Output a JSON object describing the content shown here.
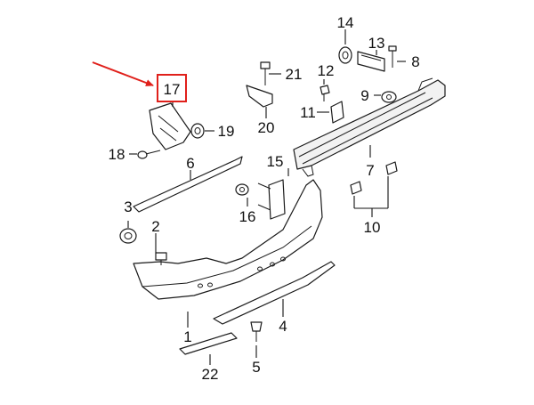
{
  "diagram": {
    "highlight_color": "#e0201b",
    "line_color": "#111111",
    "highlighted_callout": "17",
    "callouts": {
      "c1": "1",
      "c2": "2",
      "c3": "3",
      "c4": "4",
      "c5": "5",
      "c6": "6",
      "c7": "7",
      "c8": "8",
      "c9": "9",
      "c10": "10",
      "c11": "11",
      "c12": "12",
      "c13": "13",
      "c14": "14",
      "c15": "15",
      "c16": "16",
      "c17": "17",
      "c18": "18",
      "c19": "19",
      "c20": "20",
      "c21": "21",
      "c22": "22"
    }
  }
}
